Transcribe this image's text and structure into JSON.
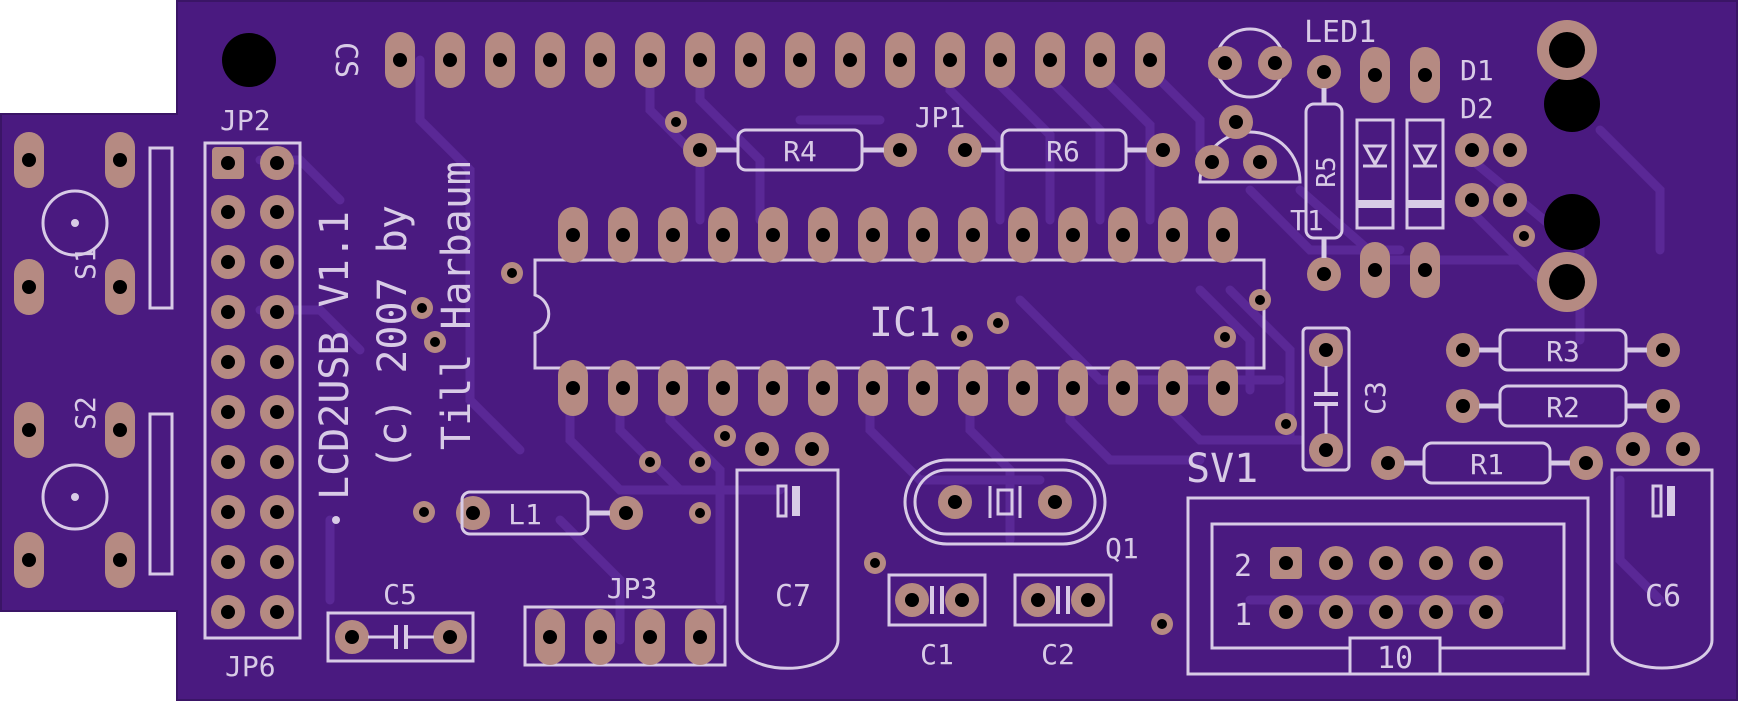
{
  "board": {
    "colors": {
      "background": "#ffffff",
      "substrate": "#3a1566",
      "soldermask": "#4a1a80",
      "trace": "#5a2896",
      "silkscreen": "#d8cbe6",
      "copper_pad": "#b58a82",
      "drill": "#000000"
    },
    "silkscreen_text": {
      "title": "LCD2USB  V1.1",
      "copyright": "(c) 2007 by",
      "author": "Till Harbaum"
    },
    "labels": {
      "jp1": "JP1",
      "jp2": "JP2",
      "jp3": "JP3",
      "jp6": "JP6",
      "s1": "S1",
      "s2": "S2",
      "cs": "CS",
      "led1": "LED1",
      "d1": "D1",
      "d2": "D2",
      "t1": "T1",
      "r1": "R1",
      "r2": "R2",
      "r3": "R3",
      "r4": "R4",
      "r5": "R5",
      "r6": "R6",
      "ic1": "IC1",
      "l1": "L1",
      "c1": "C1",
      "c2": "C2",
      "c3": "C3",
      "c5": "C5",
      "c6": "C6",
      "c7": "C7",
      "q1": "Q1",
      "sv1": "SV1",
      "sv1_pin1": "1",
      "sv1_pin2": "2",
      "sv1_key": "10"
    }
  }
}
